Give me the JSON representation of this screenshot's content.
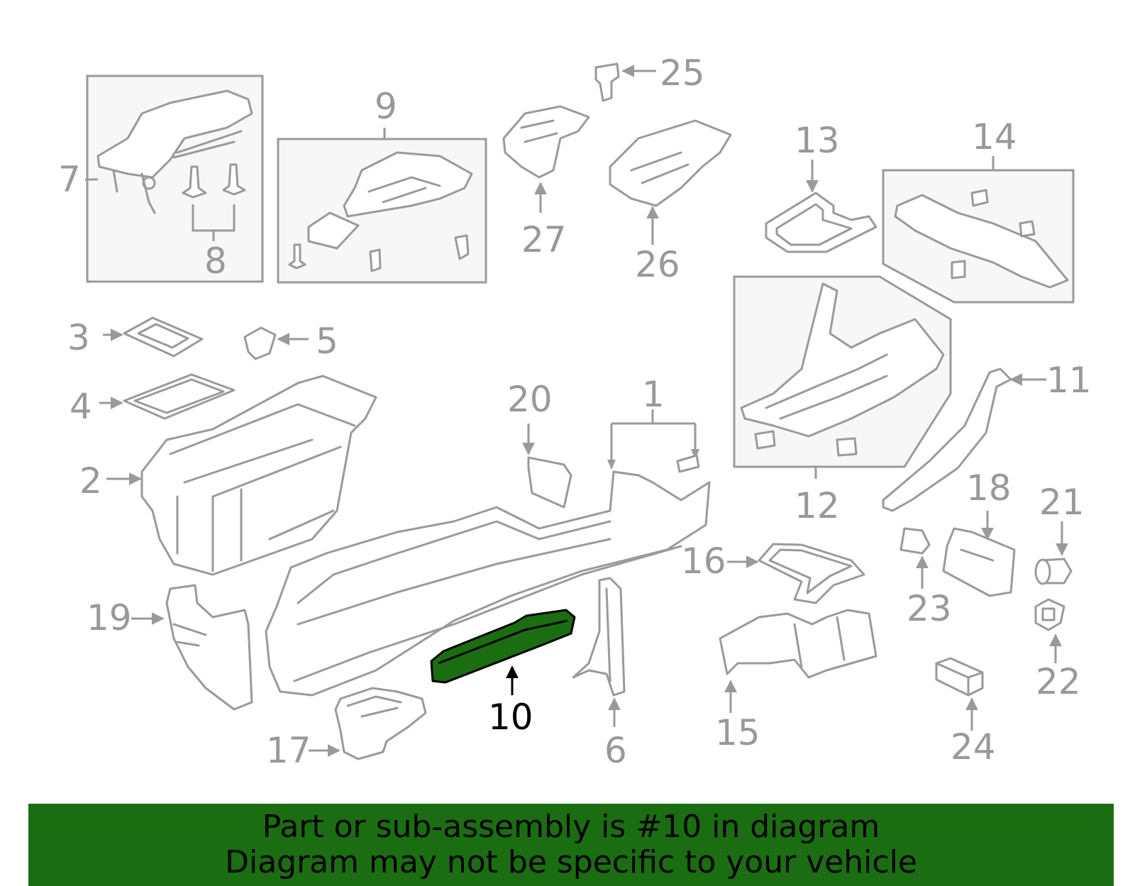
{
  "diagram": {
    "highlighted_part": "10",
    "highlight_color": "#1b6d12",
    "callouts": [
      "1",
      "2",
      "3",
      "4",
      "5",
      "6",
      "7",
      "8",
      "9",
      "10",
      "11",
      "12",
      "13",
      "14",
      "15",
      "16",
      "17",
      "18",
      "19",
      "20",
      "21",
      "22",
      "23",
      "24",
      "25",
      "26",
      "27"
    ]
  },
  "banner": {
    "background": "#1b6d12",
    "line1": "Part or sub-assembly is #10 in diagram",
    "line2": "Diagram may not be specific to your vehicle"
  }
}
